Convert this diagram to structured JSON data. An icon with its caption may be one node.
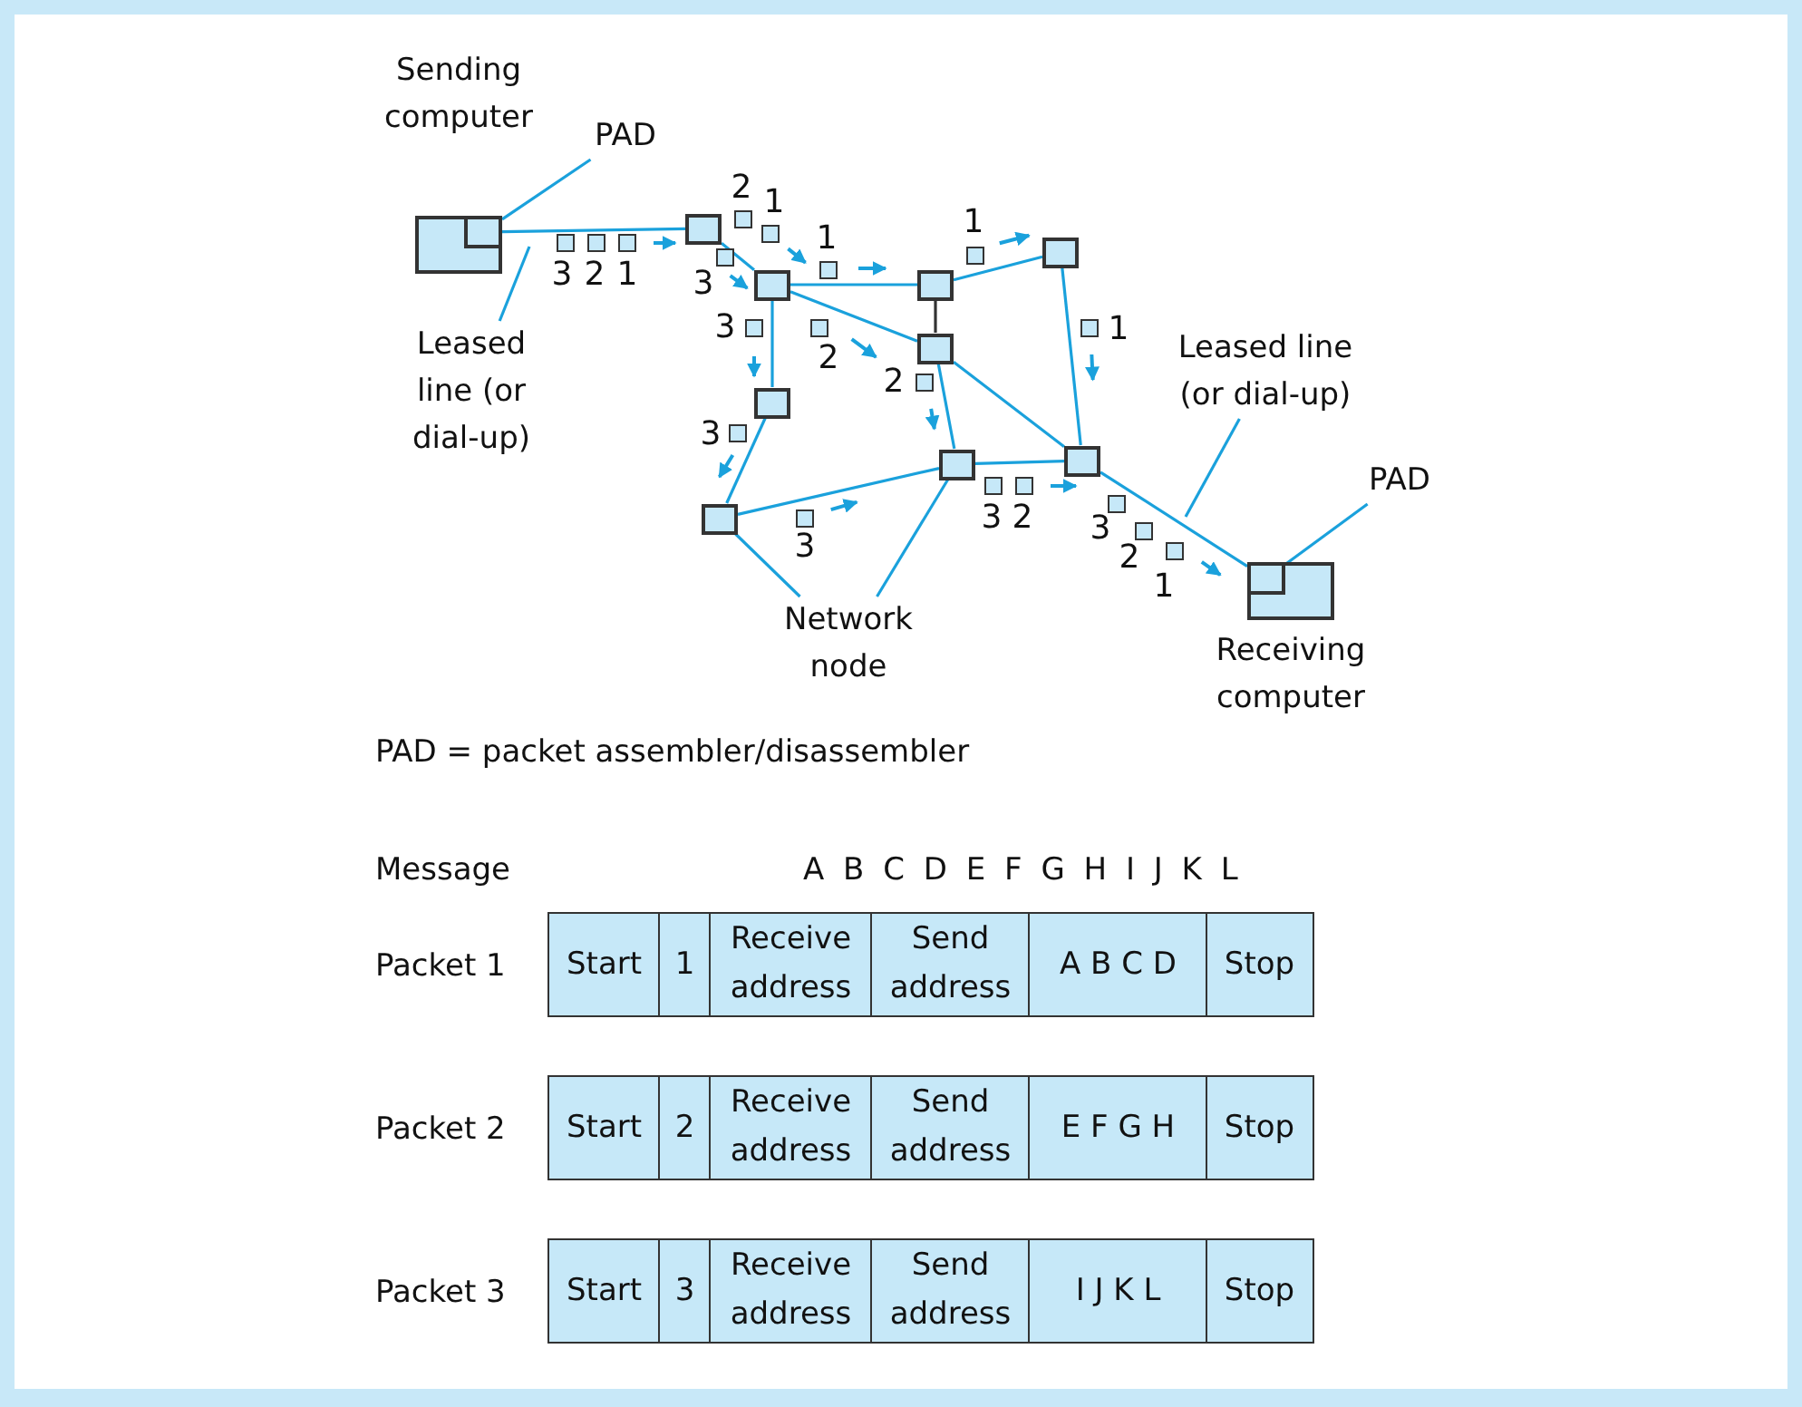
{
  "diagram": {
    "nodes": [
      {
        "text": [
          "Sending computer"
        ]
      },
      {
        "text": [],
        "shape": "box",
        "in": 0
      },
      {
        "text": [
          "PAD"
        ]
      },
      {
        "text": [
          "Leased line (or dial-up)"
        ]
      },
      {
        "text": [],
        "shape": "box"
      },
      {
        "text": [],
        "shape": "box"
      },
      {
        "text": [],
        "shape": "box"
      },
      {
        "text": [],
        "shape": "box"
      },
      {
        "text": [],
        "shape": "box"
      },
      {
        "text": [],
        "shape": "box"
      },
      {
        "text": [],
        "shape": "box"
      },
      {
        "text": [],
        "shape": "box"
      },
      {
        "text": [],
        "shape": "box"
      },
      {
        "text": [
          "Leased line (or dial-up)"
        ]
      },
      {
        "text": [
          "Receiving computer"
        ]
      },
      {
        "text": [],
        "shape": "box",
        "in": 14
      },
      {
        "text": [
          "PAD"
        ]
      },
      {
        "text": [
          "Network node"
        ]
      },
      {
        "text": [],
        "shape": "box",
        "beside": [
          "3"
        ]
      },
      {
        "text": [],
        "shape": "box",
        "beside": [
          "2"
        ]
      },
      {
        "text": [],
        "shape": "box",
        "beside": [
          "1"
        ]
      },
      {
        "text": [],
        "shape": "box",
        "beside": [
          "2"
        ]
      },
      {
        "text": [],
        "shape": "box",
        "beside": [
          "1"
        ]
      },
      {
        "text": [],
        "shape": "box",
        "beside": [
          "3"
        ]
      },
      {
        "text": [],
        "shape": "box",
        "beside": [
          "1"
        ]
      },
      {
        "text": [],
        "shape": "box",
        "beside": [
          "1"
        ]
      },
      {
        "text": [],
        "shape": "box",
        "beside": [
          "2"
        ]
      },
      {
        "text": [],
        "shape": "box",
        "beside": [
          "3"
        ]
      },
      {
        "text": [],
        "shape": "box",
        "beside": [
          "2"
        ]
      },
      {
        "text": [],
        "shape": "box",
        "beside": [
          "1"
        ]
      },
      {
        "text": [],
        "shape": "box",
        "beside": [
          "3"
        ]
      },
      {
        "text": [],
        "shape": "box",
        "beside": [
          "3"
        ]
      },
      {
        "text": [],
        "shape": "box",
        "beside": [
          "3"
        ]
      },
      {
        "text": [],
        "shape": "box",
        "beside": [
          "2"
        ]
      },
      {
        "text": [],
        "shape": "box",
        "beside": [
          "3"
        ]
      },
      {
        "text": [],
        "shape": "box",
        "beside": [
          "2"
        ]
      },
      {
        "text": [],
        "shape": "box",
        "beside": [
          "1"
        ]
      }
    ],
    "edges": [
      {
        "from": 1,
        "to": 4,
        "arrow": "none"
      },
      {
        "from": 4,
        "to": 5,
        "arrow": "none"
      },
      {
        "from": 5,
        "to": 6,
        "arrow": "none"
      },
      {
        "from": 5,
        "to": 8,
        "arrow": "none"
      },
      {
        "from": 5,
        "to": 9,
        "arrow": "none"
      },
      {
        "from": 6,
        "to": 8,
        "arrow": "none",
        "color": "#333333"
      },
      {
        "from": 6,
        "to": 7,
        "arrow": "none"
      },
      {
        "from": 7,
        "to": 12,
        "arrow": "none"
      },
      {
        "from": 8,
        "to": 11,
        "arrow": "none"
      },
      {
        "from": 8,
        "to": 12,
        "arrow": "none"
      },
      {
        "from": 9,
        "to": 10,
        "arrow": "none"
      },
      {
        "from": 10,
        "to": 11,
        "arrow": "none"
      },
      {
        "from": 11,
        "to": 12,
        "arrow": "none"
      },
      {
        "from": 12,
        "to": 15,
        "arrow": "none"
      },
      {
        "from": 2,
        "to": 1,
        "arrow": "none"
      },
      {
        "from": 3,
        "to": null,
        "arrow": "none"
      },
      {
        "from": 13,
        "to": null,
        "arrow": "none"
      },
      {
        "from": 16,
        "to": 15,
        "arrow": "none"
      },
      {
        "from": 17,
        "to": 10,
        "arrow": "none"
      },
      {
        "from": 17,
        "to": 11,
        "arrow": "none"
      }
    ],
    "labels": [
      "PAD = packet assembler/disassembler",
      "Message",
      "A B C D E F G H I J K L",
      "Packet 1",
      "Start",
      "1",
      "Receive address",
      "Send address",
      "A B C D",
      "Stop",
      "Packet 2",
      "Start",
      "2",
      "Receive address",
      "Send address",
      "E F G H",
      "Stop",
      "Packet 3",
      "Start",
      "3",
      "Receive address",
      "Send address",
      "I J K L",
      "Stop"
    ]
  }
}
